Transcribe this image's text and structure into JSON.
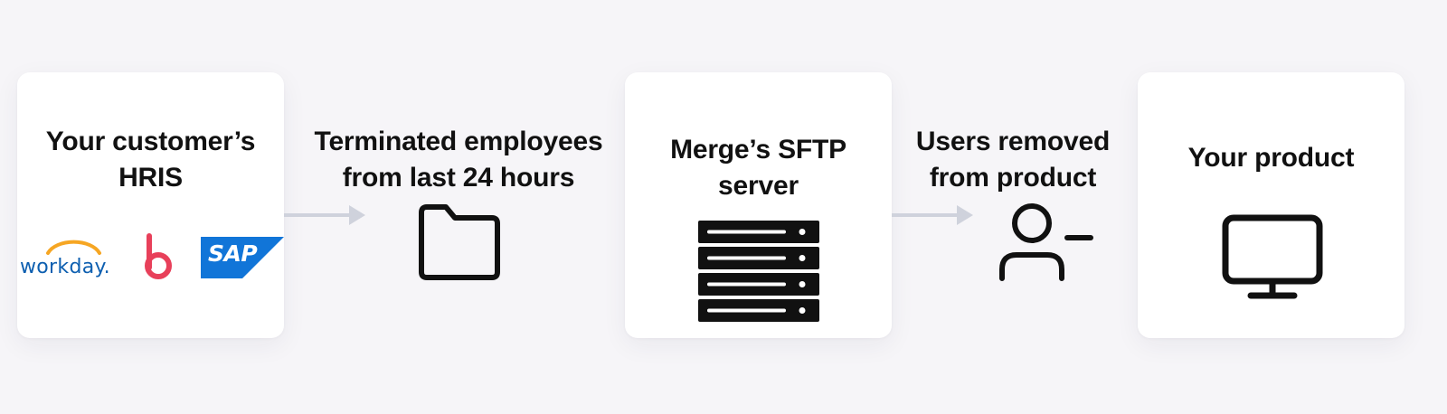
{
  "source_card": {
    "title": "Your customer’s HRIS",
    "logos": {
      "workday": "workday.",
      "bamboohr": "b",
      "sap": "SAP"
    }
  },
  "step_1": {
    "label": "Terminated employees from last 24 hours",
    "icon": "folder-icon"
  },
  "server_card": {
    "title": "Merge’s SFTP server",
    "icon": "server-rack-icon"
  },
  "step_2": {
    "label": "Users removed from product",
    "icon": "user-remove-icon"
  },
  "product_card": {
    "title": "Your product",
    "icon": "monitor-icon"
  },
  "colors": {
    "background": "#f6f5f8",
    "card": "#ffffff",
    "arrow": "#cfd2dc",
    "workday_blue": "#0d5fb0",
    "workday_orange": "#f6a623",
    "bamboo_red": "#e8405a",
    "sap_blue": "#1175d8"
  }
}
